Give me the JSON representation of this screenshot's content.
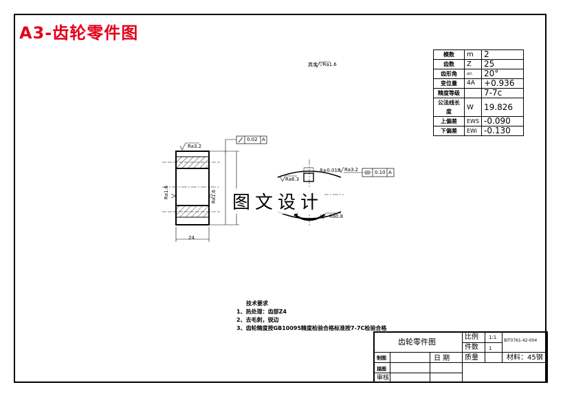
{
  "title": "A3-齿轮零件图",
  "params": [
    {
      "label": "模数",
      "sym": "m",
      "value": "2"
    },
    {
      "label": "齿数",
      "sym": "Z",
      "value": "25"
    },
    {
      "label": "齿形角",
      "sym": "αn",
      "value": "20°"
    },
    {
      "label": "变位量",
      "sym": "4A",
      "value": "+0.936"
    },
    {
      "label": "精度等级",
      "sym": "",
      "value": "7-7c"
    },
    {
      "label": "公法线长度",
      "sym": "W",
      "value": "19.826"
    },
    {
      "label": "上偏差",
      "sym": "EWS",
      "value": "-0.090"
    },
    {
      "label": "下偏差",
      "sym": "EWi",
      "value": "-0.130"
    }
  ],
  "roughness_general": "其余 ▽Ra1.6",
  "annotations": {
    "runout": "0.02",
    "runout_datum": "A",
    "sym_tol": "0.10",
    "sym_datum": "A",
    "ra32_top": "Ra3.2",
    "ra16_left": "Ra1.6",
    "ra16_inner": "Ra1.6",
    "dim_24": "24",
    "keyway": "8±0.018",
    "ra32_key": "Ra3.2",
    "ra63": "Ra6.3",
    "ra08": "Ra0.8"
  },
  "tech": {
    "title": "技术要求",
    "items": [
      "1、热处理：齿部Z4",
      "2、去毛刺，锐边",
      "3、齿轮精度按GB10095精度检验合格标准按7-7C检验合格"
    ]
  },
  "title_block": {
    "part_name": "齿轮零件图",
    "scale_label": "比例",
    "scale": "1:1",
    "qty_label": "件数",
    "qty": "1",
    "drawing_no": "BIT0761-42-004",
    "draw_label": "制图",
    "check_label": "描图",
    "review_label": "审核",
    "date_label": "日 期",
    "mass_label": "质量",
    "material": "材料：45钢"
  },
  "watermark": "图文设计"
}
